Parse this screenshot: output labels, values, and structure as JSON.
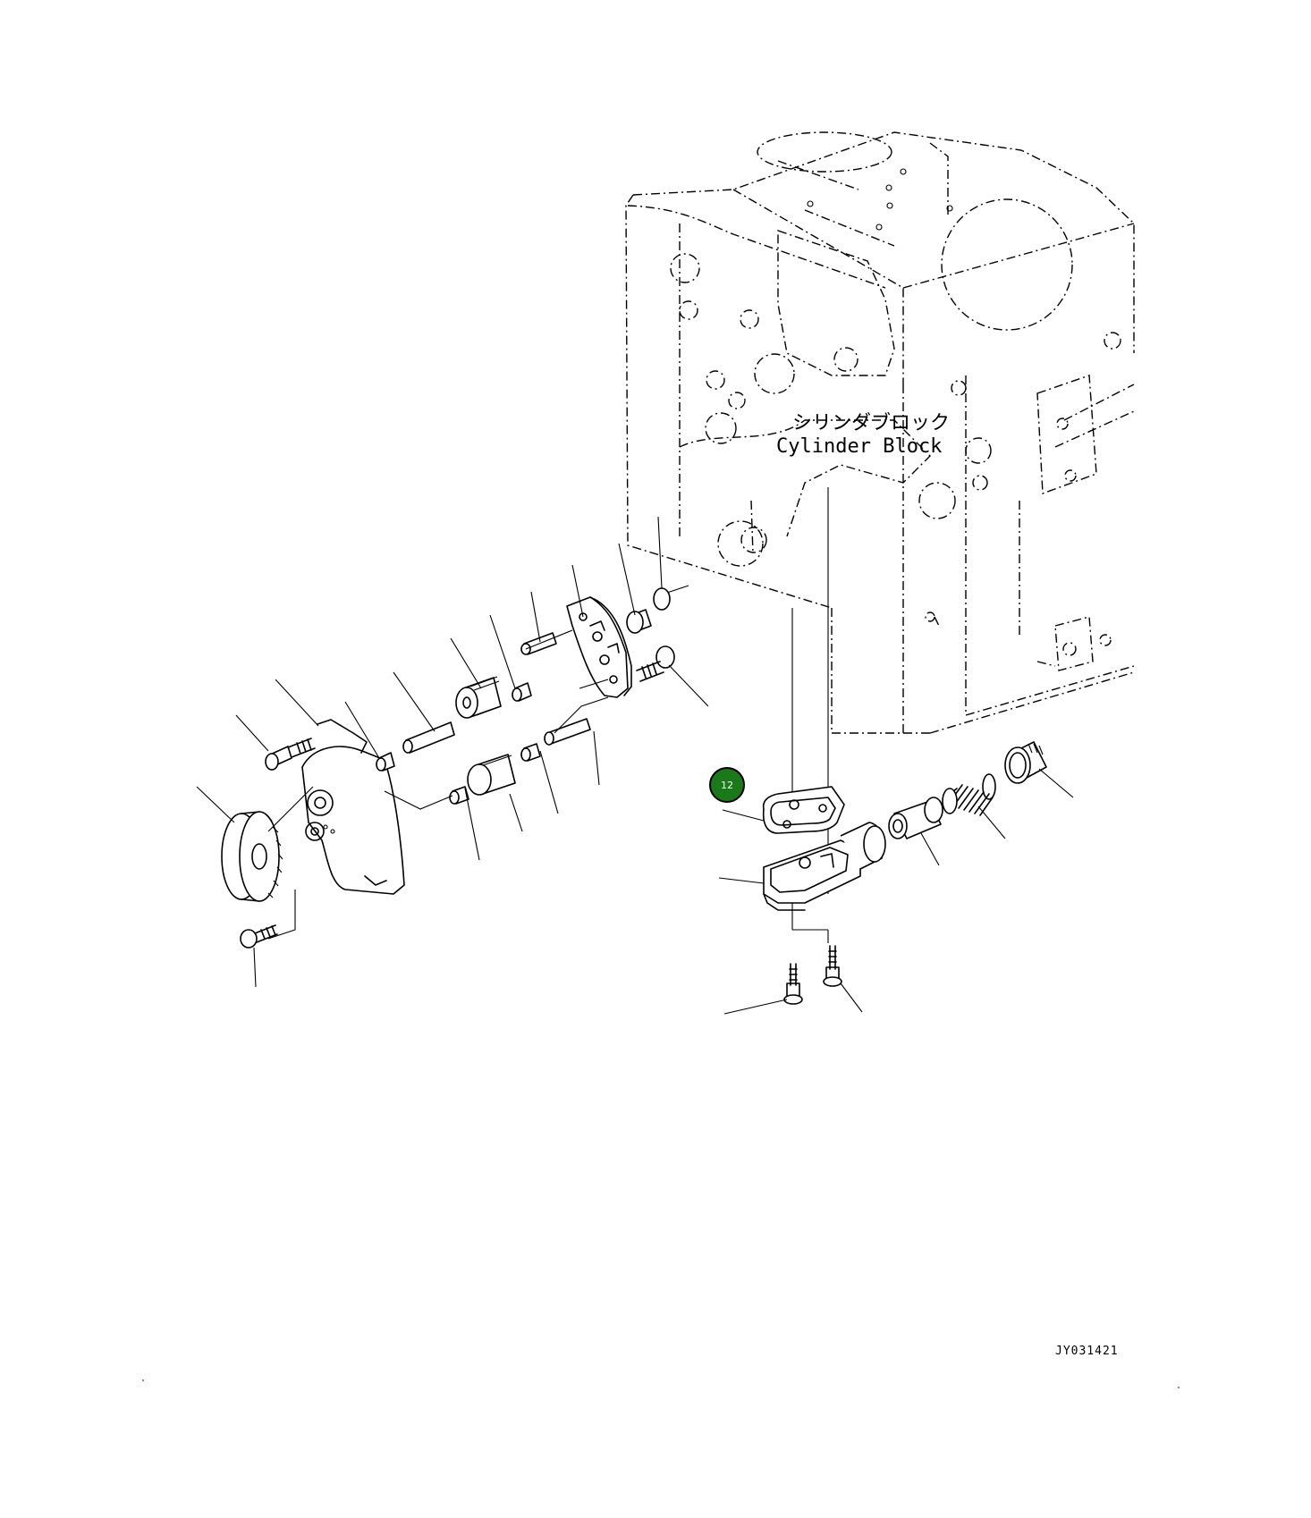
{
  "block_label": {
    "jp": "シリンダブロック",
    "en": "Cylinder Block"
  },
  "callout": {
    "number": "12",
    "color": "#1a7a1a",
    "border": "#000000"
  },
  "drawing_code": "JY031421"
}
